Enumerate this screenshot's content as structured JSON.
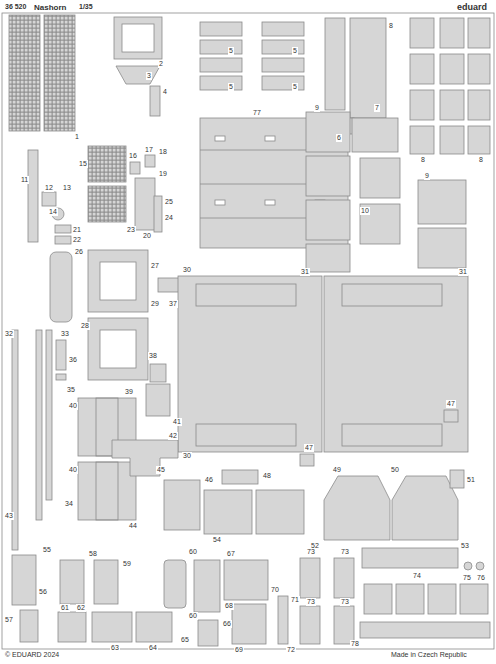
{
  "diagram": {
    "title": "Nashorn",
    "labels": [
      "36 520",
      "1/35",
      "eduard",
      "1",
      "2",
      "3",
      "4",
      "5",
      "5",
      "5",
      "5",
      "6",
      "7",
      "8",
      "8",
      "8",
      "9",
      "9",
      "10",
      "11",
      "12",
      "13",
      "14",
      "15",
      "16",
      "17",
      "18",
      "19",
      "20",
      "21",
      "22",
      "23",
      "24",
      "25",
      "26",
      "27",
      "28",
      "29",
      "30",
      "30",
      "31",
      "31",
      "32",
      "33",
      "34",
      "35",
      "36",
      "37",
      "38",
      "39",
      "40",
      "40",
      "41",
      "42",
      "43",
      "44",
      "45",
      "46",
      "47",
      "47",
      "48",
      "49",
      "50",
      "51",
      "52",
      "53",
      "54",
      "55",
      "56",
      "57",
      "58",
      "59",
      "60",
      "60",
      "61",
      "62",
      "63",
      "64",
      "65",
      "66",
      "67",
      "68",
      "69",
      "70",
      "71",
      "72",
      "73",
      "73",
      "73",
      "73",
      "74",
      "75",
      "76",
      "77",
      "78",
      "© EDUARD 2024",
      "Made in Czech Republic"
    ]
  }
}
